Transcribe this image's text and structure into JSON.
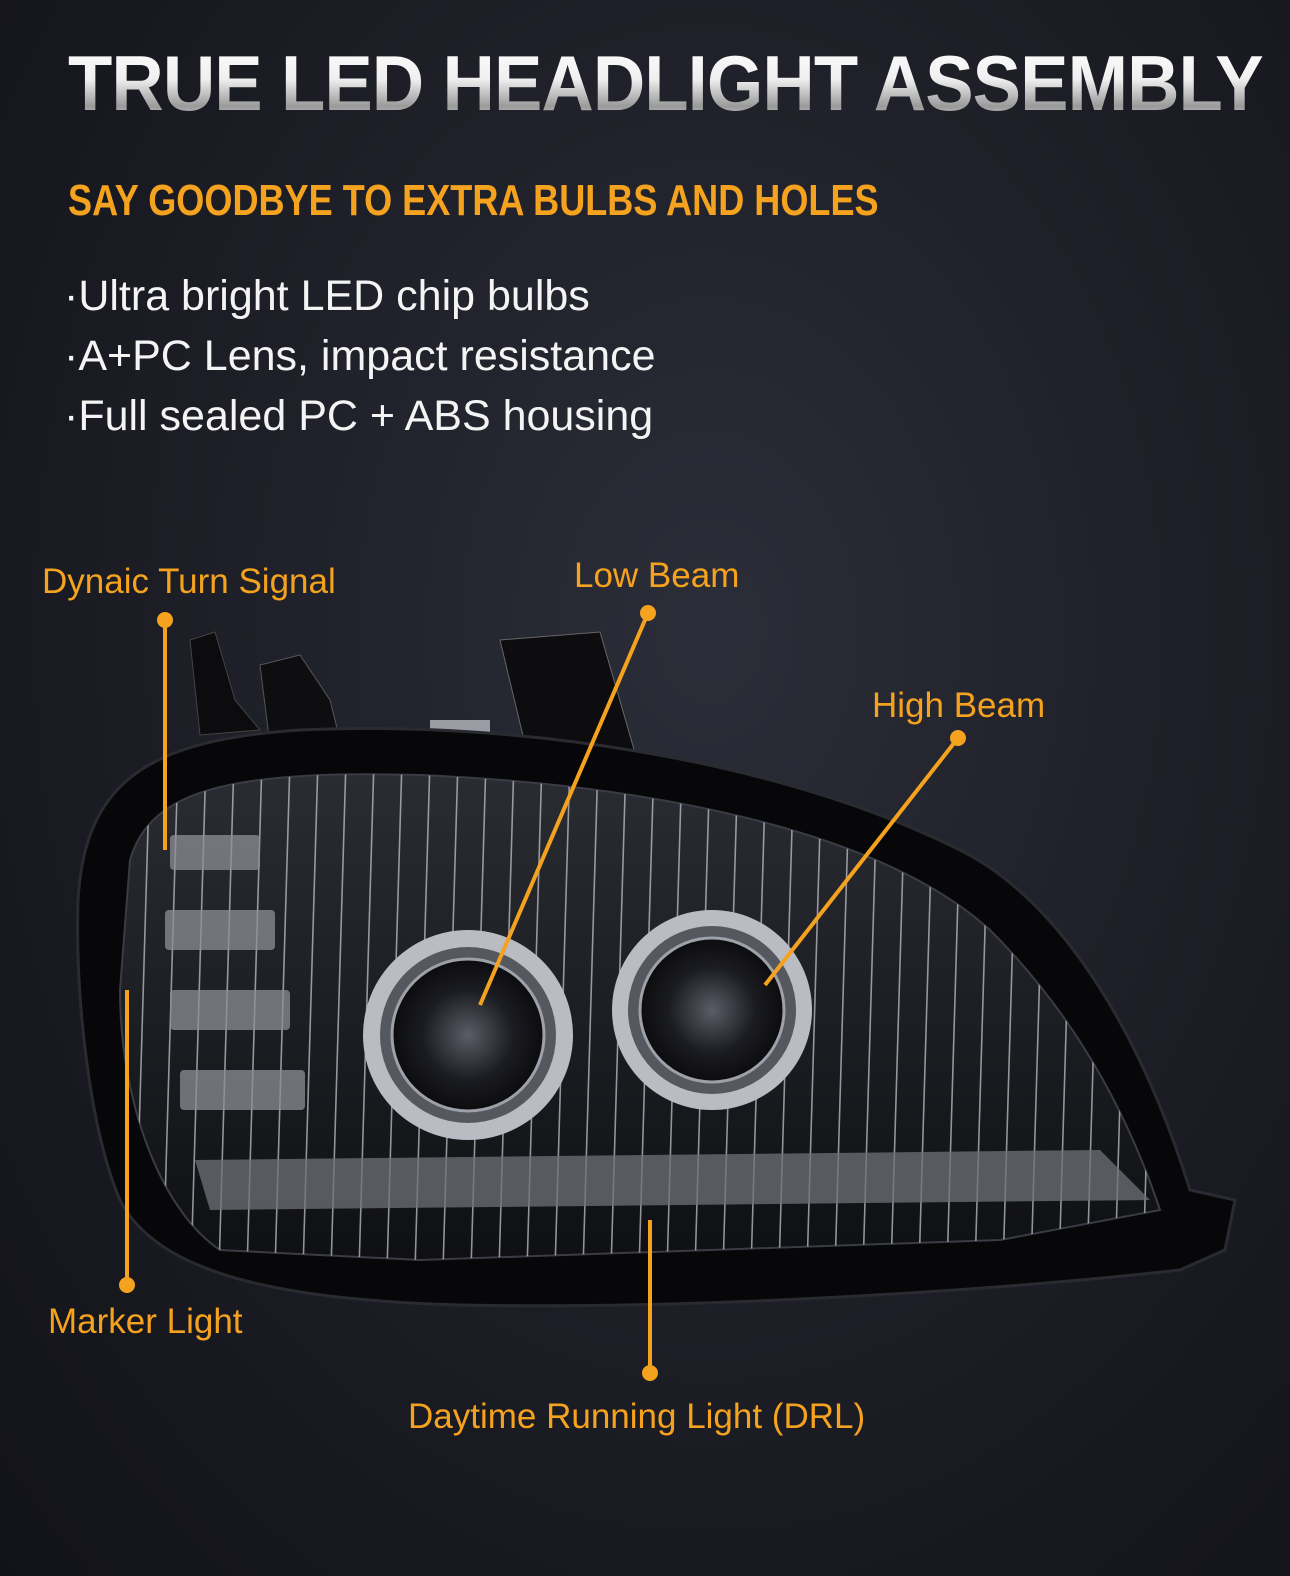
{
  "title": "TRUE LED HEADLIGHT ASSEMBLY",
  "subtitle": "SAY GOODBYE TO EXTRA BULBS AND HOLES",
  "features": [
    "·Ultra bright LED chip bulbs",
    "·A+PC Lens, impact resistance",
    "·Full sealed PC + ABS housing"
  ],
  "callouts": {
    "turn_signal": "Dynaic Turn Signal",
    "low_beam": "Low Beam",
    "high_beam": "High Beam",
    "marker_light": "Marker Light",
    "drl": "Daytime Running Light (DRL)"
  },
  "colors": {
    "accent": "#f5a21f",
    "background": "#1c1d25",
    "text": "#f4f4f4"
  }
}
